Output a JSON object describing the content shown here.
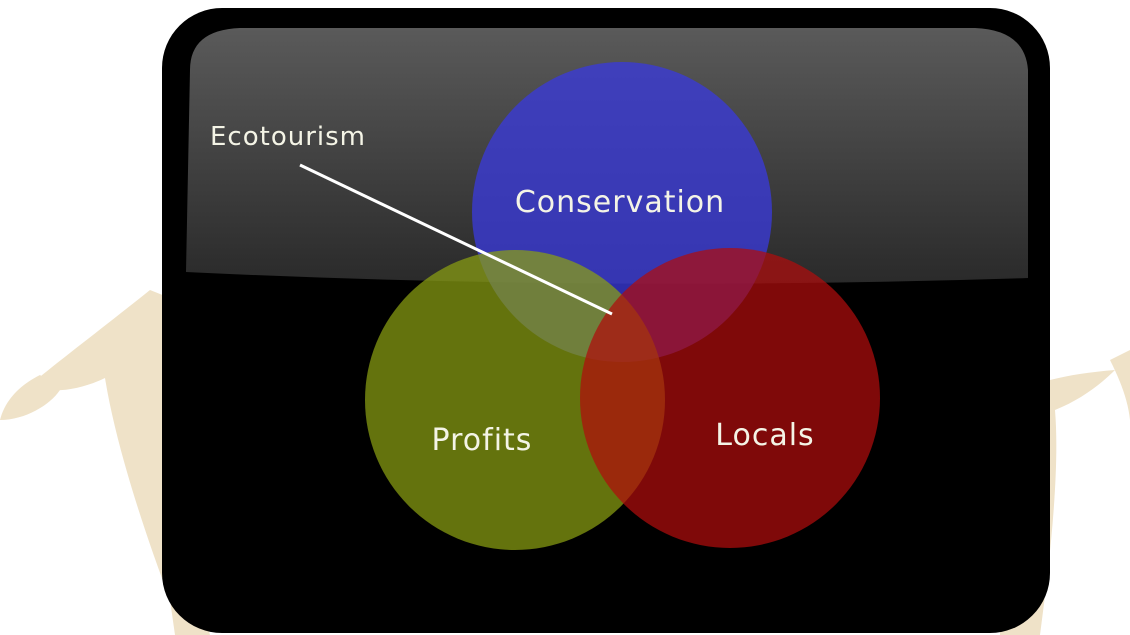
{
  "diagram": {
    "type": "venn",
    "circles": [
      {
        "key": "conservation",
        "label": "Conservation",
        "color": "#3a3ad8"
      },
      {
        "key": "profits",
        "label": "Profits",
        "color": "#8aa012"
      },
      {
        "key": "locals",
        "label": "Locals",
        "color": "#b00c0c"
      }
    ],
    "callout": {
      "label": "Ecotourism",
      "points_to": "center intersection"
    }
  },
  "colors": {
    "frame": "#000000",
    "decor": "#efe2c8",
    "text": "#f4f4e6"
  }
}
